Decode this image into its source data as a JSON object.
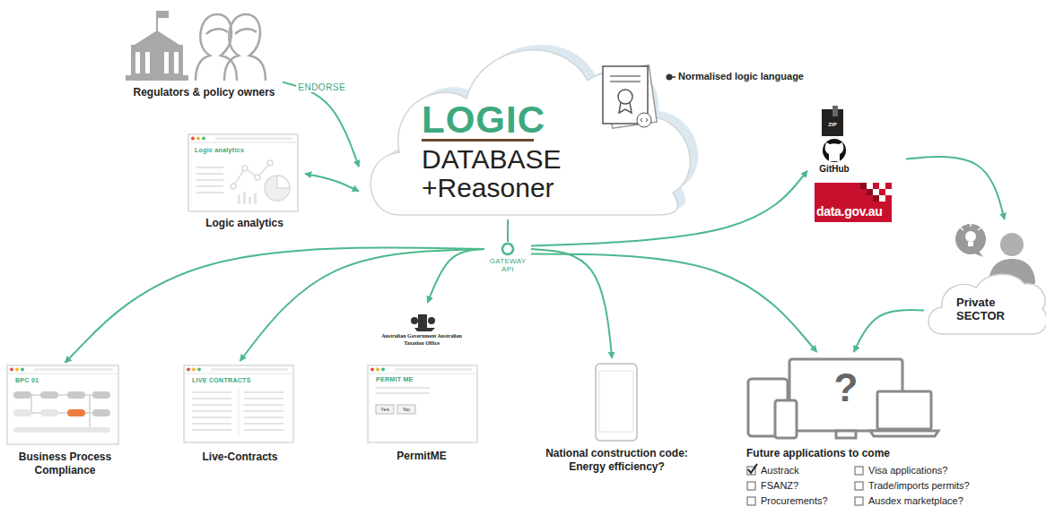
{
  "diagram": {
    "nodes": [
      {
        "text": [
          "Regulators & policy owners"
        ]
      },
      {
        "text": [
          "Logic analytics",
          "Logic analytics"
        ]
      },
      {
        "text": [
          "LOGIC",
          "DATABASE +Reasoner"
        ]
      },
      {
        "text": [
          "GATEWAY API"
        ]
      },
      {
        "text": [
          "ZIP",
          "GitHub",
          "data.gov.au"
        ]
      },
      {
        "text": [
          "Private SECTOR"
        ]
      },
      {
        "text": [
          "BPC 01",
          "Business Process Compliance"
        ]
      },
      {
        "text": [
          "LIVE CONTRACTS",
          "Live-Contracts"
        ]
      },
      {
        "text": [
          "Australian Government Australian Taxation Office",
          "PERMIT ME",
          "Yes",
          "No",
          "PermitME"
        ]
      },
      {
        "text": [
          "National construction code: Energy efficiency?"
        ]
      },
      {
        "text": [
          "?",
          "Future applications to come",
          "Austrack",
          "Visa applications?",
          "FSANZ?",
          "Trade/imports permits?",
          "Procurements?",
          "Ausdex marketplace?"
        ]
      }
    ],
    "edges": [
      {
        "from": 0,
        "to": 2,
        "arrow": "to",
        "label": "ENDORSE"
      },
      {
        "from": 1,
        "to": 2,
        "arrow": "both"
      },
      {
        "from": 2,
        "to": 3,
        "arrow": "none"
      },
      {
        "from": 3,
        "to": 6,
        "arrow": "to"
      },
      {
        "from": 3,
        "to": 7,
        "arrow": "to"
      },
      {
        "from": 3,
        "to": 8,
        "arrow": "to"
      },
      {
        "from": 3,
        "to": 9,
        "arrow": "to"
      },
      {
        "from": 3,
        "to": 10,
        "arrow": "to"
      },
      {
        "from": 3,
        "to": 4,
        "arrow": "to"
      },
      {
        "from": 4,
        "to": 5,
        "arrow": "to"
      },
      {
        "from": 5,
        "to": 10,
        "arrow": "to"
      }
    ],
    "labels": [
      "Normalised logic language"
    ]
  }
}
